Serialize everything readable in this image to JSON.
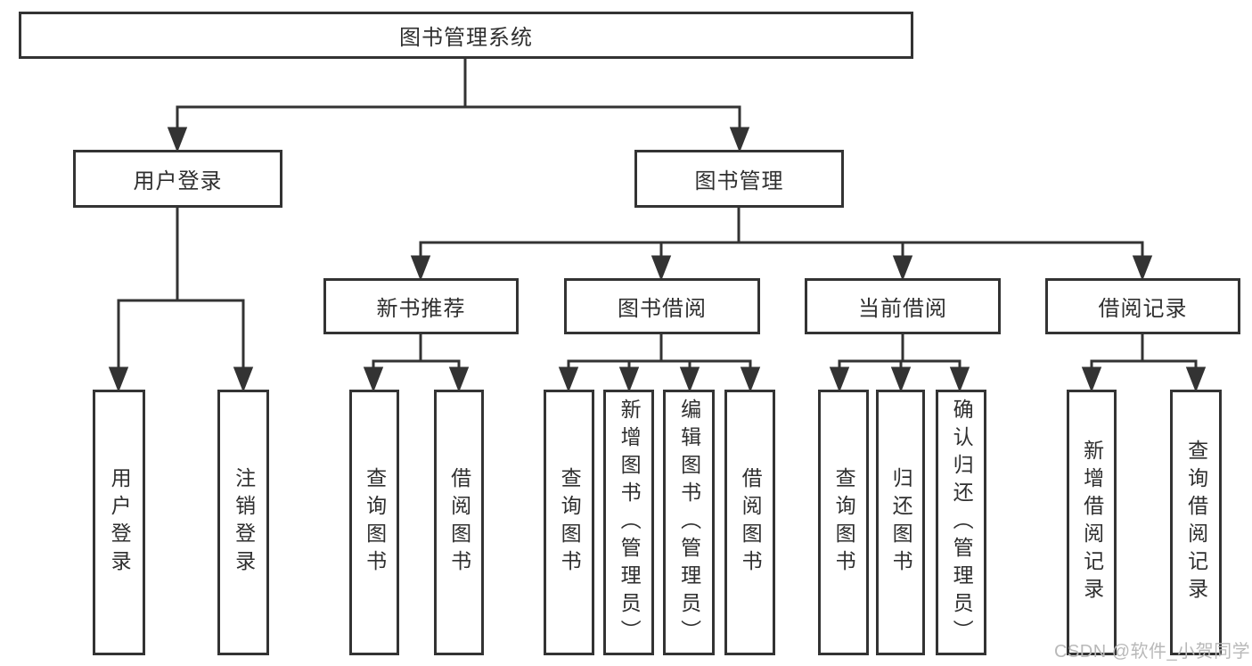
{
  "tree": {
    "label": "图书管理系统",
    "children": [
      {
        "label": "用户登录",
        "children": [
          {
            "label": "用户登录"
          },
          {
            "label": "注销登录"
          }
        ]
      },
      {
        "label": "图书管理",
        "children": [
          {
            "label": "新书推荐",
            "children": [
              {
                "label": "查询图书"
              },
              {
                "label": "借阅图书"
              }
            ]
          },
          {
            "label": "图书借阅",
            "children": [
              {
                "label": "查询图书"
              },
              {
                "label": "新增图书（管理员）"
              },
              {
                "label": "编辑图书（管理员）"
              },
              {
                "label": "借阅图书"
              }
            ]
          },
          {
            "label": "当前借阅",
            "children": [
              {
                "label": "查询图书"
              },
              {
                "label": "归还图书"
              },
              {
                "label": "确认归还（管理员）"
              }
            ]
          },
          {
            "label": "借阅记录",
            "children": [
              {
                "label": "新增借阅记录"
              },
              {
                "label": "查询借阅记录"
              }
            ]
          }
        ]
      }
    ]
  },
  "watermark": {
    "text": "CSDN @软件_小贺同学"
  },
  "colors": {
    "line": "#333333",
    "box_border": "#333333",
    "text": "#2f2f2f",
    "watermark": "#b9b9b9"
  }
}
